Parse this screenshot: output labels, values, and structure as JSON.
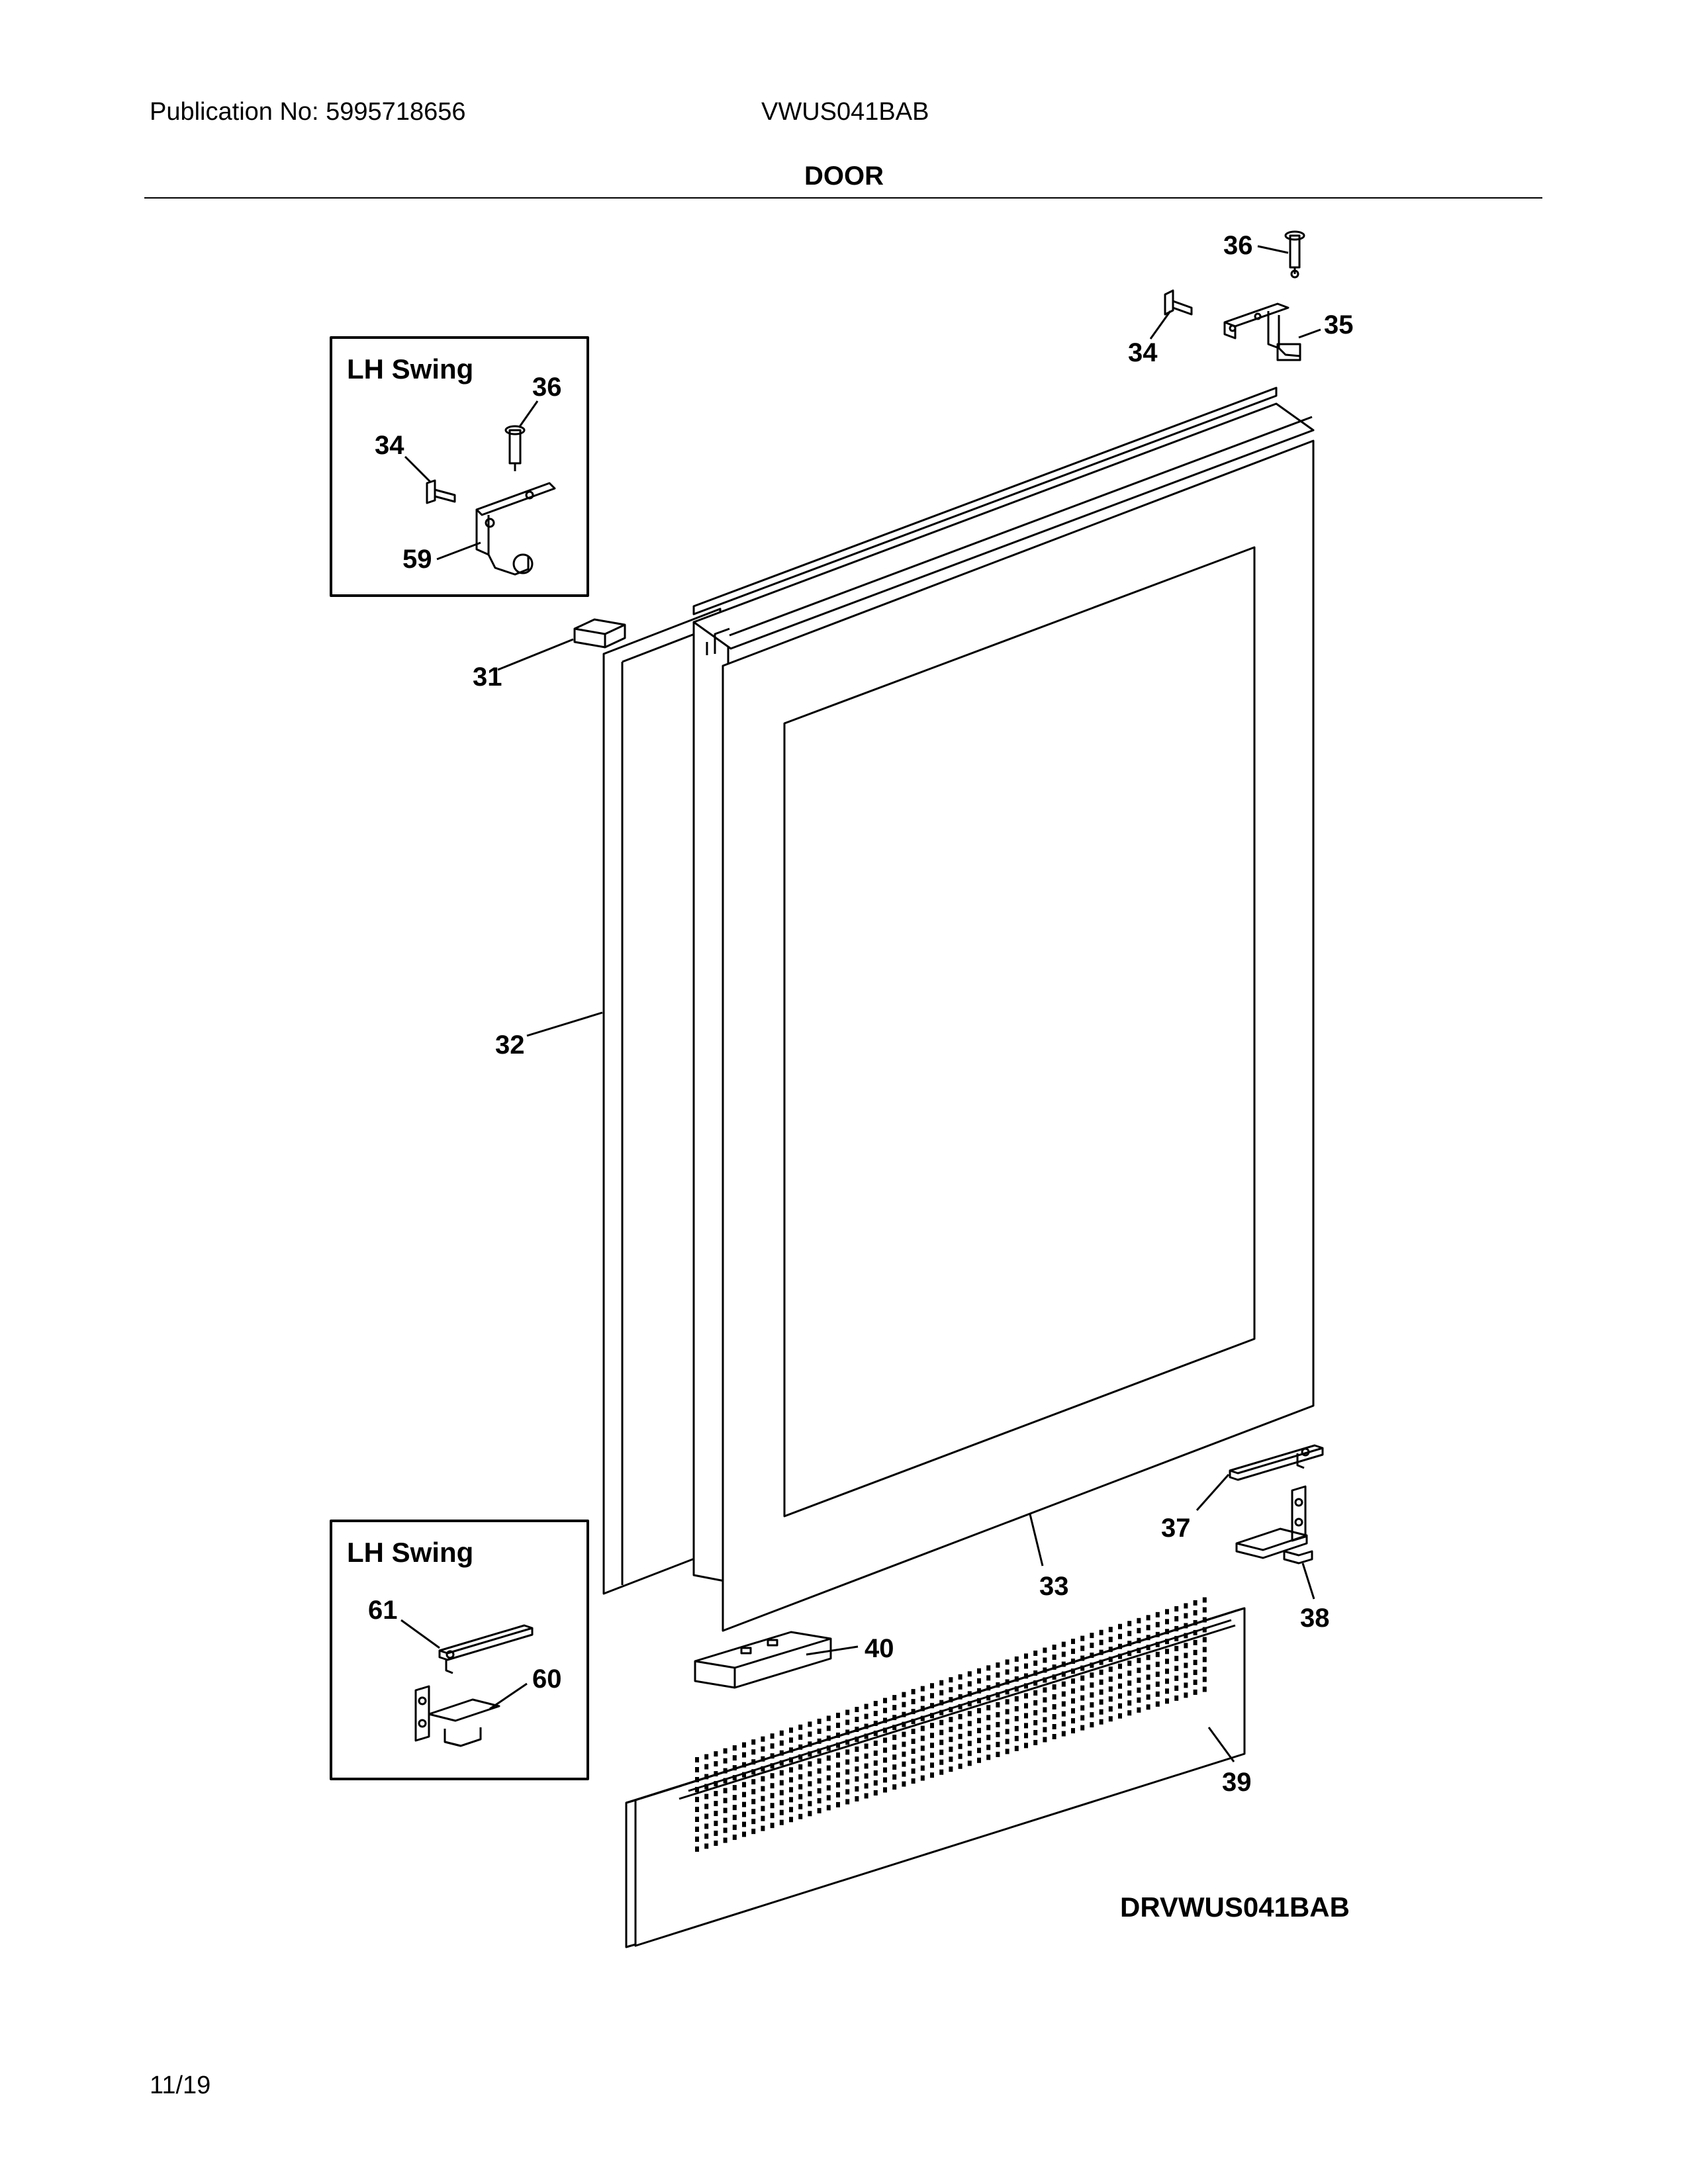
{
  "header": {
    "publication": "Publication No: 5995718656",
    "model": "VWUS041BAB",
    "section_title": "DOOR"
  },
  "diagram": {
    "lh_swing_top": {
      "title": "LH Swing",
      "callouts": [
        "36",
        "34",
        "59"
      ]
    },
    "lh_swing_bottom": {
      "title": "LH Swing",
      "callouts": [
        "61",
        "60"
      ]
    },
    "callouts": [
      "36",
      "34",
      "35",
      "31",
      "32",
      "33",
      "37",
      "38",
      "40",
      "39"
    ],
    "drawing_code": "DRVWUS041BAB"
  },
  "footer": {
    "date": "11/19"
  }
}
